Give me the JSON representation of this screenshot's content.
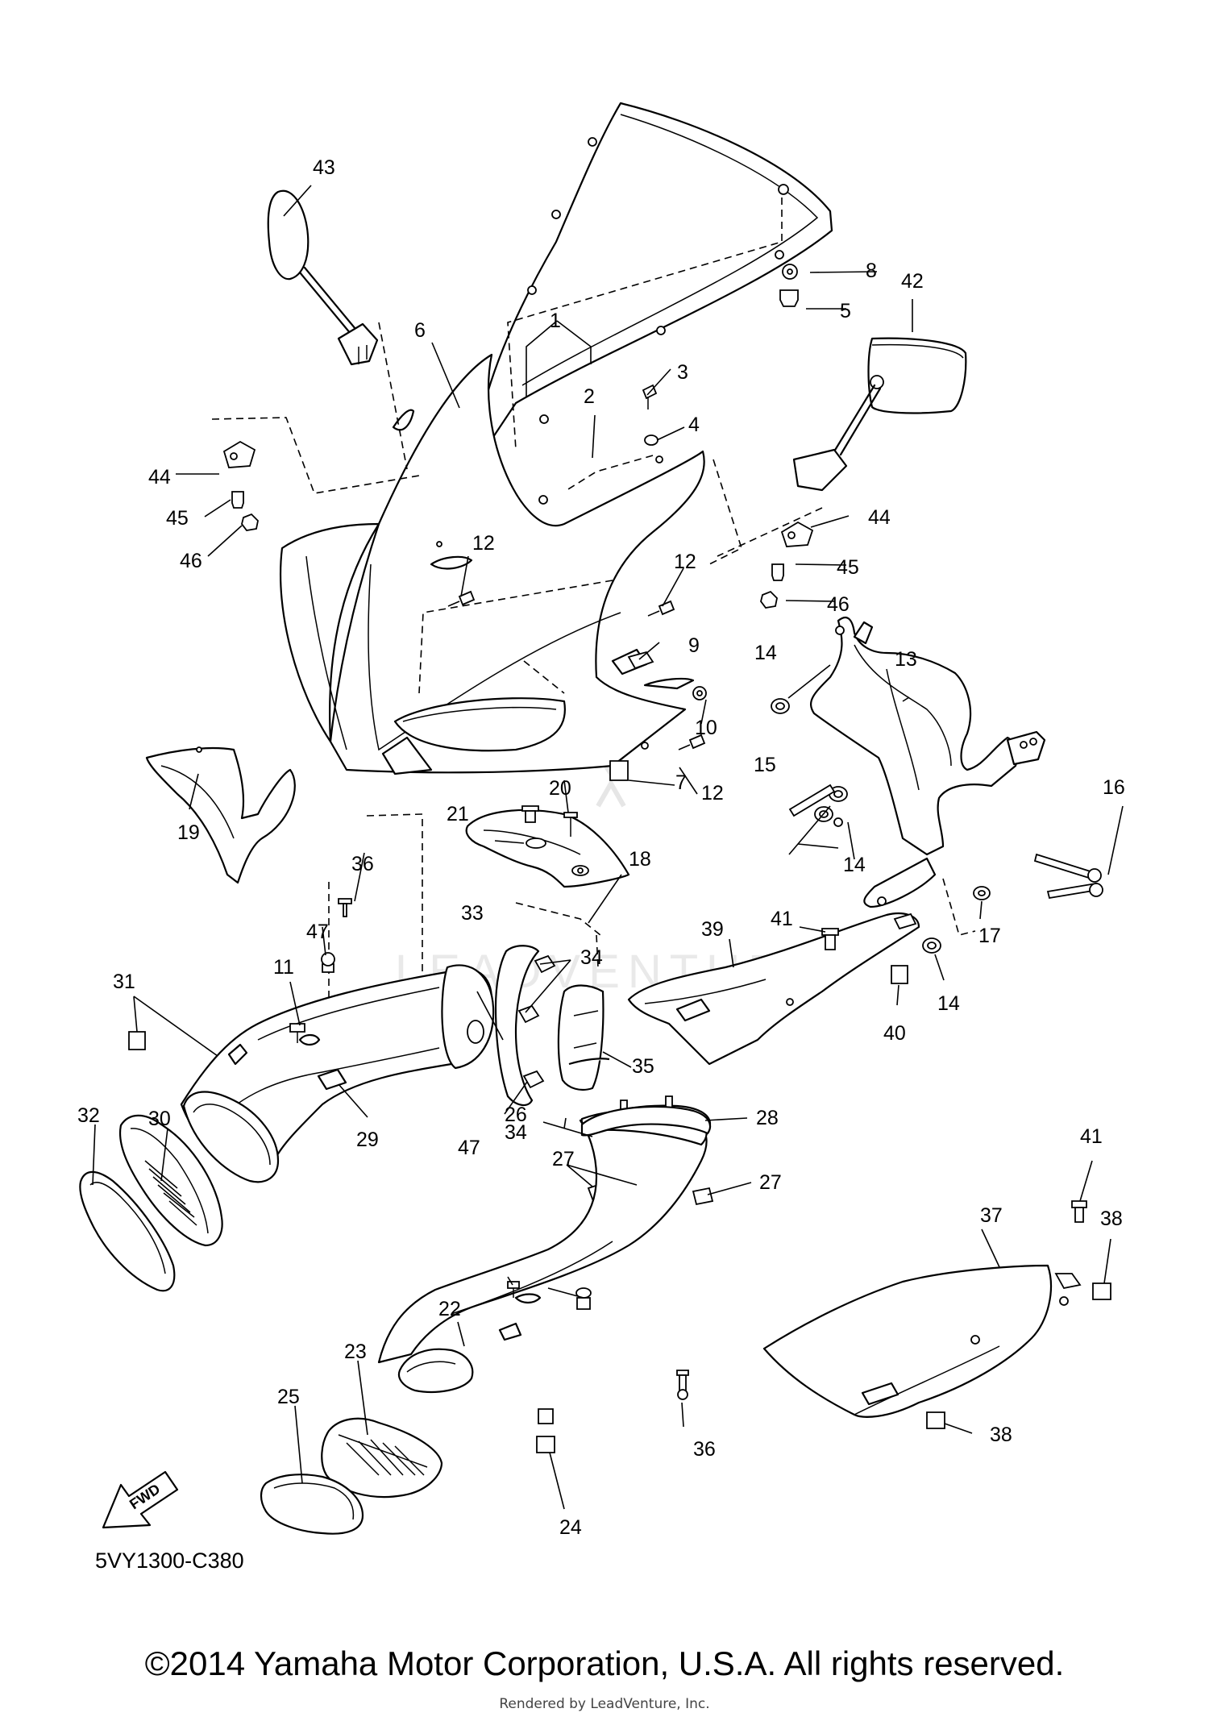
{
  "watermark": "LEADVENTURE",
  "diagram_code": "5VY1300-C380",
  "fwd_label": "FWD",
  "copyright": "©2014 Yamaha Motor Corporation, U.S.A. All rights reserved.",
  "rendered_by": "Rendered by LeadVenture, Inc.",
  "callouts": [
    "1",
    "2",
    "3",
    "4",
    "5",
    "6",
    "7",
    "8",
    "9",
    "10",
    "11",
    "12",
    "13",
    "14",
    "15",
    "16",
    "17",
    "18",
    "19",
    "20",
    "21",
    "22",
    "23",
    "24",
    "25",
    "26",
    "27",
    "28",
    "29",
    "30",
    "31",
    "32",
    "33",
    "34",
    "35",
    "36",
    "37",
    "38",
    "39",
    "40",
    "41",
    "42",
    "43",
    "44",
    "45",
    "46",
    "47"
  ]
}
